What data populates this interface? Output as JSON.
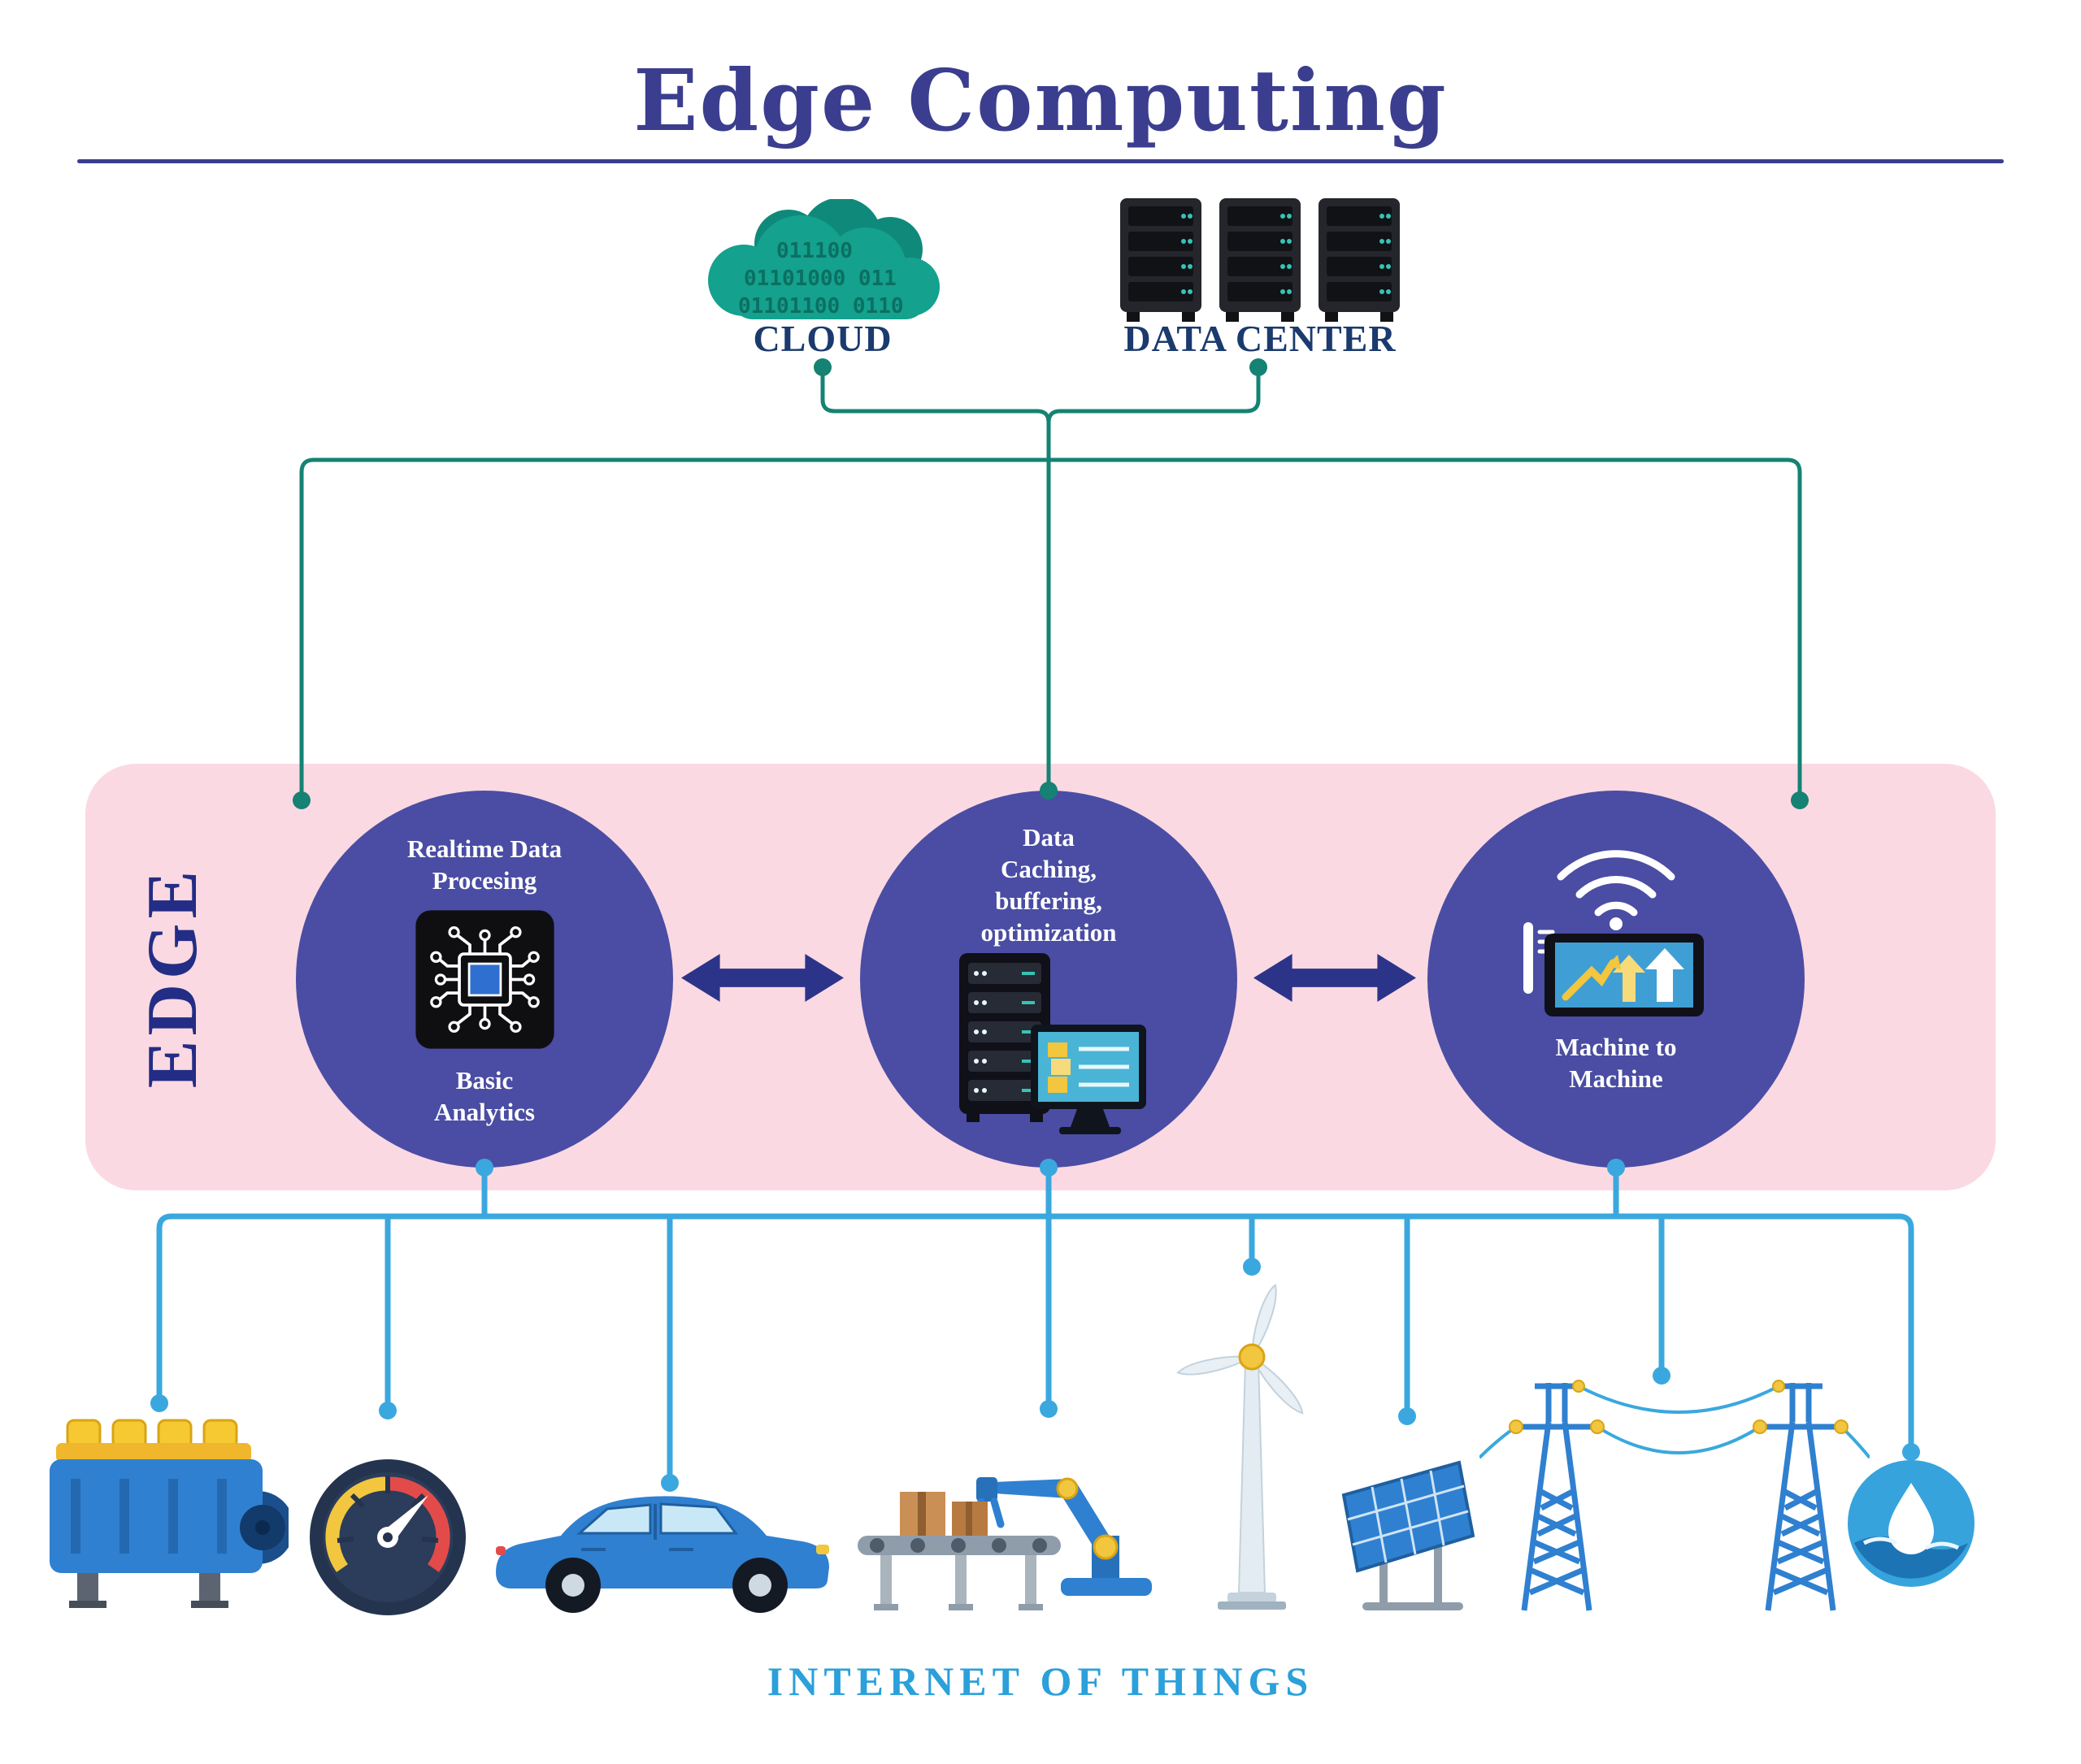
{
  "title": "Edge Computing",
  "cloud": {
    "label": "CLOUD",
    "binary_lines": [
      "011100",
      "01101000 011",
      "01101100 0110"
    ]
  },
  "data_center": {
    "label": "DATA CENTER"
  },
  "edge": {
    "label": "EDGE",
    "nodes": [
      {
        "top_label": "Realtime Data\nProcesing",
        "bottom_label": "Basic\nAnalytics",
        "icon": "cpu-chip-icon"
      },
      {
        "top_label": "Data\nCaching,\nbuffering,\noptimization",
        "bottom_label": "",
        "icon": "server-monitor-icon"
      },
      {
        "top_label": "",
        "bottom_label": "Machine to\nMachine",
        "icon": "wireless-tablet-icon"
      }
    ]
  },
  "iot": {
    "label": "INTERNET OF THINGS",
    "devices": [
      "engine",
      "gauge",
      "car",
      "conveyor-robot",
      "wind-turbine",
      "solar-panel",
      "power-towers",
      "water"
    ]
  },
  "colors": {
    "title_navy": "#3b3e8e",
    "label_navy": "#1b3a6d",
    "edge_navy": "#232d85",
    "arrow_navy": "#2c3489",
    "teal_line": "#158273",
    "cloud_teal": "#14a18e",
    "pink_band": "#fbd9e3",
    "node_indigo": "#4a4da3",
    "blue_line": "#3aa8de",
    "iot_blue": "#2ba0da",
    "device_blue": "#2f80d0",
    "accent_yellow": "#f2c63e"
  }
}
